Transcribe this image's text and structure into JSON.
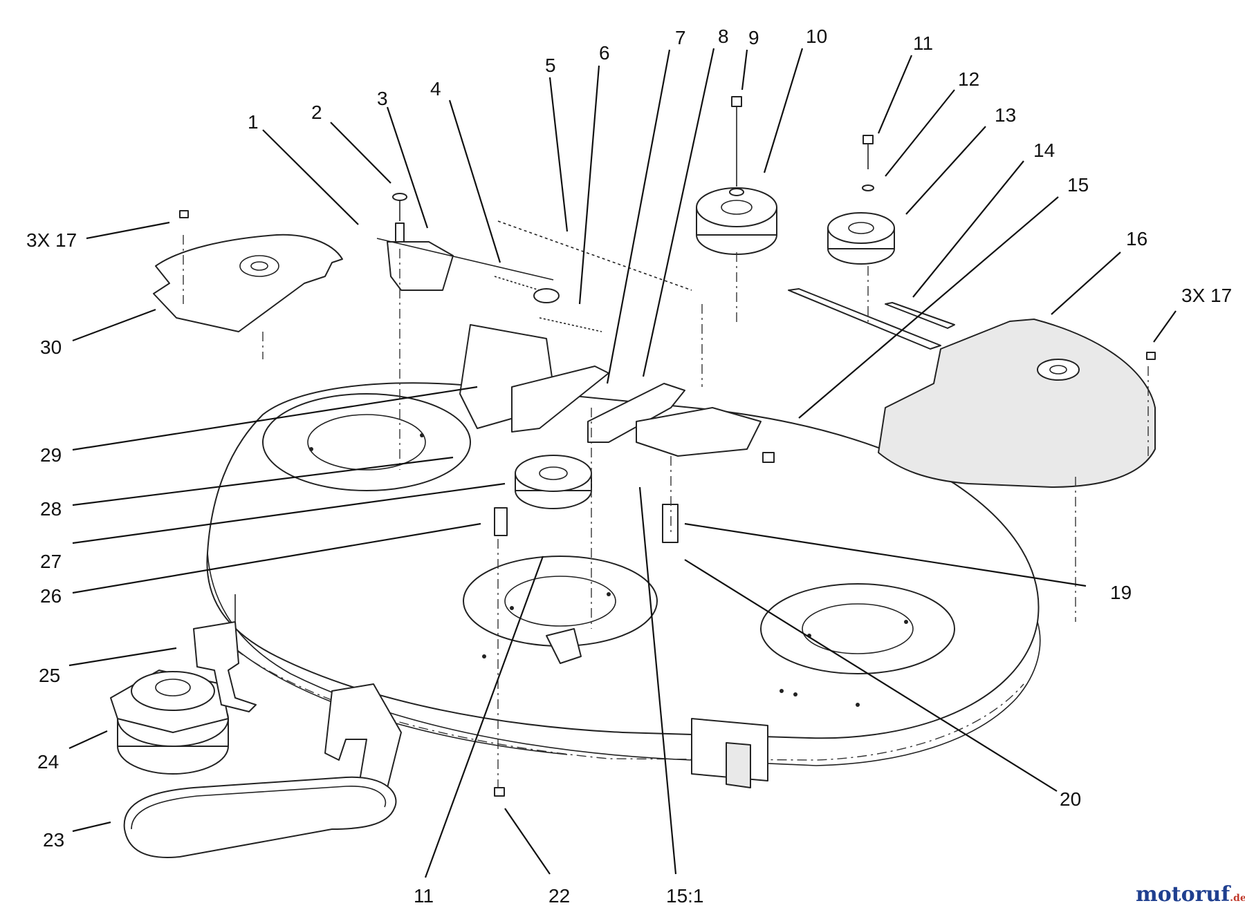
{
  "diagram": {
    "callouts": [
      {
        "id": "c1",
        "text": "1"
      },
      {
        "id": "c2",
        "text": "2"
      },
      {
        "id": "c3",
        "text": "3"
      },
      {
        "id": "c4",
        "text": "4"
      },
      {
        "id": "c5",
        "text": "5"
      },
      {
        "id": "c6",
        "text": "6"
      },
      {
        "id": "c7",
        "text": "7"
      },
      {
        "id": "c8",
        "text": "8"
      },
      {
        "id": "c9",
        "text": "9"
      },
      {
        "id": "c10",
        "text": "10"
      },
      {
        "id": "c11a",
        "text": "11"
      },
      {
        "id": "c12",
        "text": "12"
      },
      {
        "id": "c13",
        "text": "13"
      },
      {
        "id": "c14",
        "text": "14"
      },
      {
        "id": "c15",
        "text": "15"
      },
      {
        "id": "c16",
        "text": "16"
      },
      {
        "id": "c17a",
        "text": "3X 17"
      },
      {
        "id": "c17b",
        "text": "3X 17"
      },
      {
        "id": "c19",
        "text": "19"
      },
      {
        "id": "c20",
        "text": "20"
      },
      {
        "id": "c11b",
        "text": "11"
      },
      {
        "id": "c22",
        "text": "22"
      },
      {
        "id": "c151",
        "text": "15:1"
      },
      {
        "id": "c23",
        "text": "23"
      },
      {
        "id": "c24",
        "text": "24"
      },
      {
        "id": "c25",
        "text": "25"
      },
      {
        "id": "c26",
        "text": "26"
      },
      {
        "id": "c27",
        "text": "27"
      },
      {
        "id": "c28",
        "text": "28"
      },
      {
        "id": "c29",
        "text": "29"
      },
      {
        "id": "c30",
        "text": "30"
      }
    ]
  },
  "watermark": {
    "brand": "motoruf",
    "suffix": ".de",
    "colors": {
      "moto": "#1f3f8f",
      "ruf": "#c0392b"
    }
  }
}
